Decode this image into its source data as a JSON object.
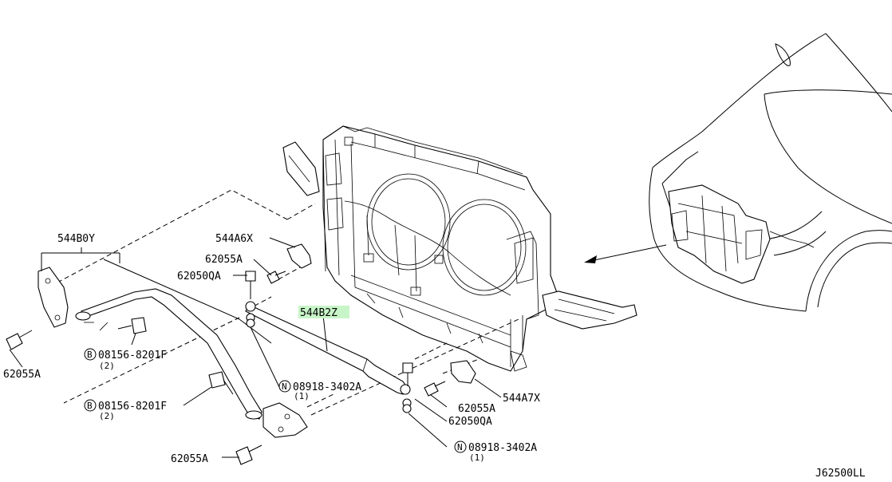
{
  "diagram_id": "J62500LL",
  "highlight_color": "#c8f5c8",
  "labels": {
    "l_544b0y": "544B0Y",
    "l_544a6x": "544A6X",
    "l_62055a_top": "62055A",
    "l_62050qa_top": "62050QA",
    "l_544b2z": "544B2Z",
    "l_62055a_left": "62055A",
    "l_b_08156_1": "08156-8201F",
    "l_b_08156_1_qty": "(2)",
    "l_b_08156_2": "08156-8201F",
    "l_b_08156_2_qty": "(2)",
    "l_n_08918_1": "08918-3402A",
    "l_n_08918_1_qty": "(1)",
    "l_n_08918_2": "08918-3402A",
    "l_n_08918_2_qty": "(1)",
    "l_62055a_bottom": "62055A",
    "l_62055a_right": "62055A",
    "l_62050qa_right": "62050QA",
    "l_544a7x": "544A7X",
    "badge_b": "B",
    "badge_n": "N"
  }
}
